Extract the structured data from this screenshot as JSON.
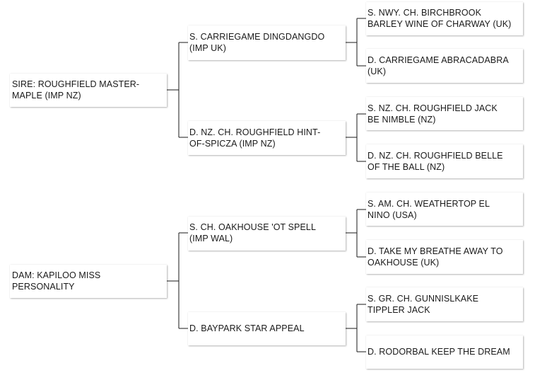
{
  "pedigree": {
    "sire": {
      "line1": "SIRE: ROUGHFIELD MASTER-",
      "line2": "MAPLE (IMP NZ)"
    },
    "dam": {
      "line1": "DAM: KAPILOO MISS",
      "line2": "PERSONALITY"
    },
    "sire_sire": {
      "line1": "S. CARRIEGAME DINGDANGDO",
      "line2": "(IMP UK)"
    },
    "sire_dam": {
      "line1": "D. NZ. CH. ROUGHFIELD HINT-",
      "line2": "OF-SPICZA (IMP NZ)"
    },
    "dam_sire": {
      "line1": "S. CH. OAKHOUSE 'OT SPELL",
      "line2": "(IMP WAL)"
    },
    "dam_dam": {
      "line1": "D. BAYPARK STAR APPEAL",
      "line2": ""
    },
    "ss_sire": {
      "line1": "S. NWY. CH. BIRCHBROOK",
      "line2": "BARLEY WINE OF CHARWAY (UK)"
    },
    "ss_dam": {
      "line1": "D. CARRIEGAME ABRACADABRA",
      "line2": "(UK)"
    },
    "sd_sire": {
      "line1": "S. NZ. CH. ROUGHFIELD JACK",
      "line2": "BE NIMBLE (NZ)"
    },
    "sd_dam": {
      "line1": "D. NZ. CH. ROUGHFIELD BELLE",
      "line2": "OF THE BALL (NZ)"
    },
    "ds_sire": {
      "line1": "S. AM. CH. WEATHERTOP EL",
      "line2": "NINO (USA)"
    },
    "ds_dam": {
      "line1": "D. TAKE MY BREATHE AWAY TO",
      "line2": "OAKHOUSE (UK)"
    },
    "dd_sire": {
      "line1": "S. GR. CH. GUNNISLKAKE",
      "line2": "TIPPLER JACK"
    },
    "dd_dam": {
      "line1": "D. RODORBAL KEEP THE DREAM",
      "line2": ""
    }
  }
}
